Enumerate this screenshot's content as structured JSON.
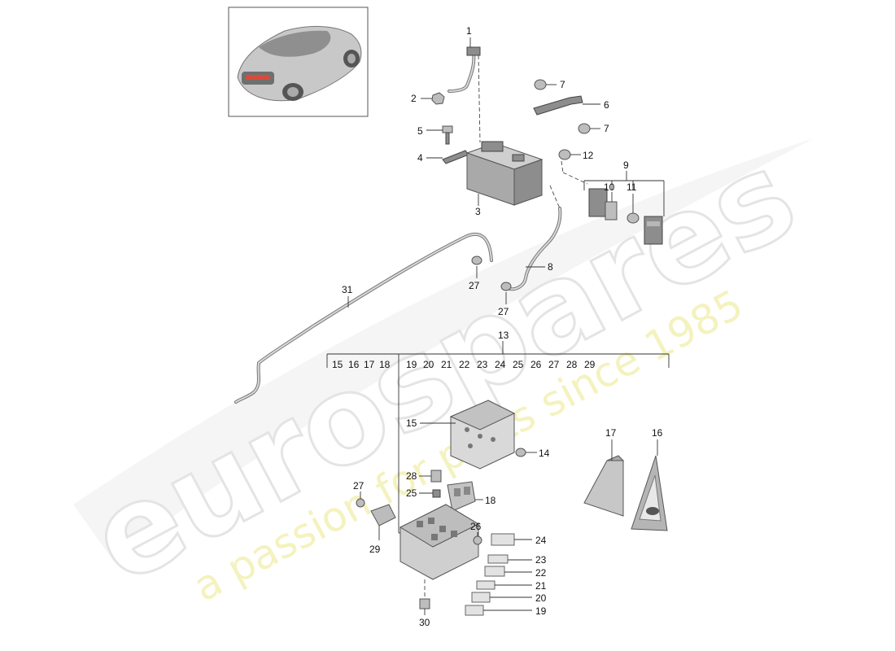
{
  "watermark": {
    "brand": "eurospares",
    "tagline": "a passion for parts since 1985"
  },
  "thumbnail": {
    "icon": "car-icon"
  },
  "callouts": {
    "n1": "1",
    "n2": "2",
    "n3": "3",
    "n4": "4",
    "n5": "5",
    "n6": "6",
    "n7a": "7",
    "n7b": "7",
    "n8": "8",
    "n9": "9",
    "n10": "10",
    "n11": "11",
    "n12": "12",
    "n13": "13",
    "n14": "14",
    "n15": "15",
    "n16": "16",
    "n17": "17",
    "n18": "18",
    "n19": "19",
    "n20": "20",
    "n21": "21",
    "n22": "22",
    "n23": "23",
    "n24": "24",
    "n25": "25",
    "n26": "26",
    "n27a": "27",
    "n27b": "27",
    "n27c": "27",
    "n28": "28",
    "n29": "29",
    "n30": "30",
    "n31": "31"
  },
  "group13": {
    "left": [
      "15",
      "16",
      "17",
      "18"
    ],
    "right": [
      "19",
      "20",
      "21",
      "22",
      "23",
      "24",
      "25",
      "26",
      "27",
      "28",
      "29"
    ]
  }
}
